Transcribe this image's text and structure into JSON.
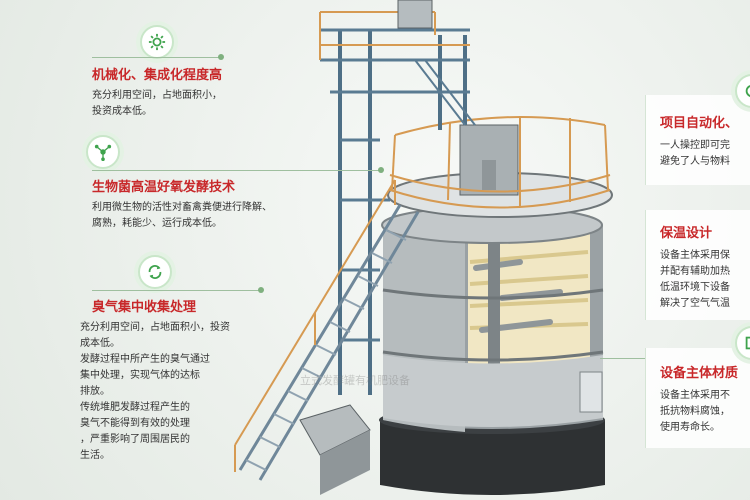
{
  "colors": {
    "accent_red": "#c8282a",
    "icon_green": "#3fa34d",
    "text_dark": "#333333",
    "tank_gray": "#8f9699",
    "tank_dark": "#2e3133",
    "liner_cream": "#f1e7c4",
    "frame_blue": "#4e6f86",
    "rail_orange": "#d69a52"
  },
  "features_left": [
    {
      "icon": "gear-icon",
      "title": "机械化、集成化程度高",
      "lines": [
        "充分利用空间，占地面积小，",
        "投资成本低。"
      ]
    },
    {
      "icon": "molecule-icon",
      "title": "生物菌高温好氧发酵技术",
      "lines": [
        "利用微生物的活性对畜禽粪便进行降解、",
        "腐熟，耗能少、运行成本低。"
      ]
    },
    {
      "icon": "recycle-icon",
      "title": "臭气集中收集处理",
      "lines": [
        "充分利用空间，占地面积小，投资",
        "成本低。",
        "发酵过程中所产生的臭气通过",
        "集中处理，实现气体的达标",
        "排放。",
        "传统堆肥发酵过程产生的",
        "臭气不能得到有效的处理",
        "，严重影响了周围居民的",
        "生活。"
      ]
    }
  ],
  "features_right": [
    {
      "icon": "automation-icon",
      "title": "项目自动化、",
      "lines": [
        "一人操控即可完",
        "避免了人与物料"
      ]
    },
    {
      "title": "保温设计",
      "lines": [
        "设备主体采用保",
        "并配有辅助加热",
        "低温环境下设备",
        "解决了空气气温"
      ]
    },
    {
      "icon": "material-icon",
      "title": "设备主体材质",
      "lines": [
        "设备主体采用不",
        "抵抗物料腐蚀，",
        "使用寿命长。"
      ]
    }
  ],
  "watermark": "立式发酵罐有机肥设备"
}
